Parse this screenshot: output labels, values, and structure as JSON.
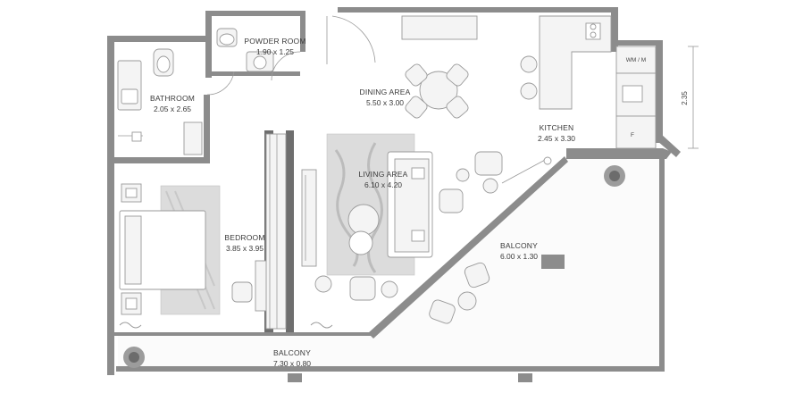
{
  "rooms": {
    "powder_room": {
      "name": "POWDER ROOM",
      "dims": "1.90 x 1.25"
    },
    "bathroom": {
      "name": "BATHROOM",
      "dims": "2.05 x 2.65"
    },
    "dining_area": {
      "name": "DINING AREA",
      "dims": "5.50 x 3.00"
    },
    "kitchen": {
      "name": "KITCHEN",
      "dims": "2.45 x 3.30"
    },
    "living_area": {
      "name": "LIVING AREA",
      "dims": "6.10 x 4.20"
    },
    "bedroom": {
      "name": "BEDROOM",
      "dims": "3.85 x 3.95"
    },
    "balcony_side": {
      "name": "BALCONY",
      "dims": "6.00 x 1.30"
    },
    "balcony_front": {
      "name": "BALCONY",
      "dims": "7.30 x 0.80"
    }
  },
  "appliances": {
    "washer": "WM / M",
    "fridge": "F"
  },
  "dimension_line": {
    "value": "2.35"
  },
  "colors": {
    "wall": "#8c8c8c",
    "rug": "#dcdcdc",
    "background": "#ffffff"
  }
}
